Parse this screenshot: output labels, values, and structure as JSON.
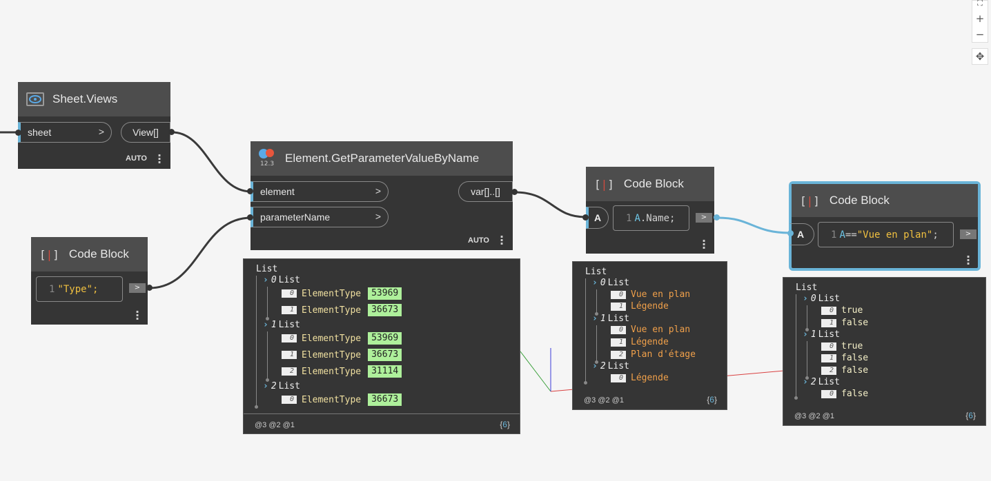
{
  "zoom_controls": {
    "zoom_in": "+",
    "zoom_out": "−",
    "pan": "✥",
    "fit": "⛶"
  },
  "sheet_views": {
    "title": "Sheet.Views",
    "input": "sheet",
    "output": "View[]",
    "lacing": "AUTO"
  },
  "code_block_type": {
    "title": "Code Block",
    "line_no": "1",
    "code": "\"Type\";"
  },
  "get_param": {
    "title": "Element.GetParameterValueByName",
    "icon_label": "12.3",
    "inputs": [
      "element",
      "parameterName"
    ],
    "output": "var[]..[]",
    "lacing": "AUTO"
  },
  "get_param_preview": {
    "root": "List",
    "groups": [
      {
        "index": "0",
        "label": "List",
        "items": [
          {
            "index": "0",
            "type": "ElementType",
            "id": "53969"
          },
          {
            "index": "1",
            "type": "ElementType",
            "id": "36673"
          }
        ]
      },
      {
        "index": "1",
        "label": "List",
        "items": [
          {
            "index": "0",
            "type": "ElementType",
            "id": "53969"
          },
          {
            "index": "1",
            "type": "ElementType",
            "id": "36673"
          },
          {
            "index": "2",
            "type": "ElementType",
            "id": "31114"
          }
        ]
      },
      {
        "index": "2",
        "label": "List",
        "items": [
          {
            "index": "0",
            "type": "ElementType",
            "id": "36673"
          }
        ]
      }
    ],
    "levels": "@3 @2 @1",
    "count": "6"
  },
  "code_block_name": {
    "title": "Code Block",
    "input": "A",
    "line_no": "1",
    "code_ident": "A",
    "code_rest": ".Name;",
    "out_arrow": ">"
  },
  "name_preview": {
    "root": "List",
    "groups": [
      {
        "index": "0",
        "label": "List",
        "items": [
          {
            "index": "0",
            "value": "Vue en plan"
          },
          {
            "index": "1",
            "value": "Légende"
          }
        ]
      },
      {
        "index": "1",
        "label": "List",
        "items": [
          {
            "index": "0",
            "value": "Vue en plan"
          },
          {
            "index": "1",
            "value": "Légende"
          },
          {
            "index": "2",
            "value": "Plan d'étage"
          }
        ]
      },
      {
        "index": "2",
        "label": "List",
        "items": [
          {
            "index": "0",
            "value": "Légende"
          }
        ]
      }
    ],
    "levels": "@3 @2 @1",
    "count": "6"
  },
  "code_block_eq": {
    "title": "Code Block",
    "input": "A",
    "line_no": "1",
    "code_ident": "A",
    "code_op": "==",
    "code_str": "\"Vue en plan\"",
    "code_end": ";",
    "out_arrow": ">"
  },
  "eq_preview": {
    "root": "List",
    "groups": [
      {
        "index": "0",
        "label": "List",
        "items": [
          {
            "index": "0",
            "value": "true"
          },
          {
            "index": "1",
            "value": "false"
          }
        ]
      },
      {
        "index": "1",
        "label": "List",
        "items": [
          {
            "index": "0",
            "value": "true"
          },
          {
            "index": "1",
            "value": "false"
          },
          {
            "index": "2",
            "value": "false"
          }
        ]
      },
      {
        "index": "2",
        "label": "List",
        "items": [
          {
            "index": "0",
            "value": "false"
          }
        ]
      }
    ],
    "levels": "@3 @2 @1",
    "count": "6"
  },
  "colors": {
    "wire": "#3a3a3a",
    "selected_wire": "#6ab4d8",
    "port_accent": "#6ab4d8",
    "axis_x": "#d94040",
    "axis_y": "#3aa03a",
    "axis_z": "#3a3ad9"
  }
}
